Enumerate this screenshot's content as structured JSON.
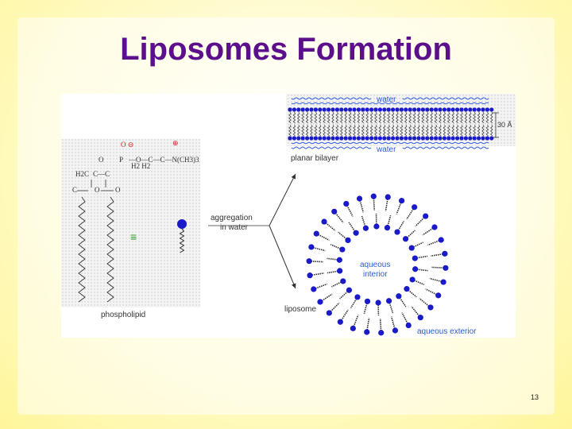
{
  "slide": {
    "title": "Liposomes Formation",
    "page_number": "13"
  },
  "figure": {
    "labels": {
      "water_top": "water",
      "water_bottom": "water",
      "thickness": "30 Å",
      "planar_bilayer": "planar bilayer",
      "aggregation_line1": "aggregation",
      "aggregation_line2": "in water",
      "liposome": "liposome",
      "aqueous_interior_line1": "aqueous",
      "aqueous_interior_line2": "interior",
      "aqueous_exterior": "aqueous exterior",
      "phospholipid": "phospholipid",
      "equiv": "≡"
    },
    "chem": {
      "o_minus": "O ⊖",
      "plus": "⊕",
      "ester_o": "O",
      "p": "P",
      "chain": "—O—C—C—N(CH3)3",
      "h2": "H2  H2",
      "h2c": "H2C",
      "ch": "C—C",
      "o_left": "O",
      "o_right": "O",
      "c_left": "C",
      "c_right": "C"
    },
    "colors": {
      "head": "#1a1ac8",
      "tail": "#2c2c2c",
      "label_blue": "#2a5bd6",
      "label_dark": "#333333",
      "green": "#2a9a2a",
      "red": "#cc2020",
      "dot_grid": "#c9c9c9"
    }
  }
}
